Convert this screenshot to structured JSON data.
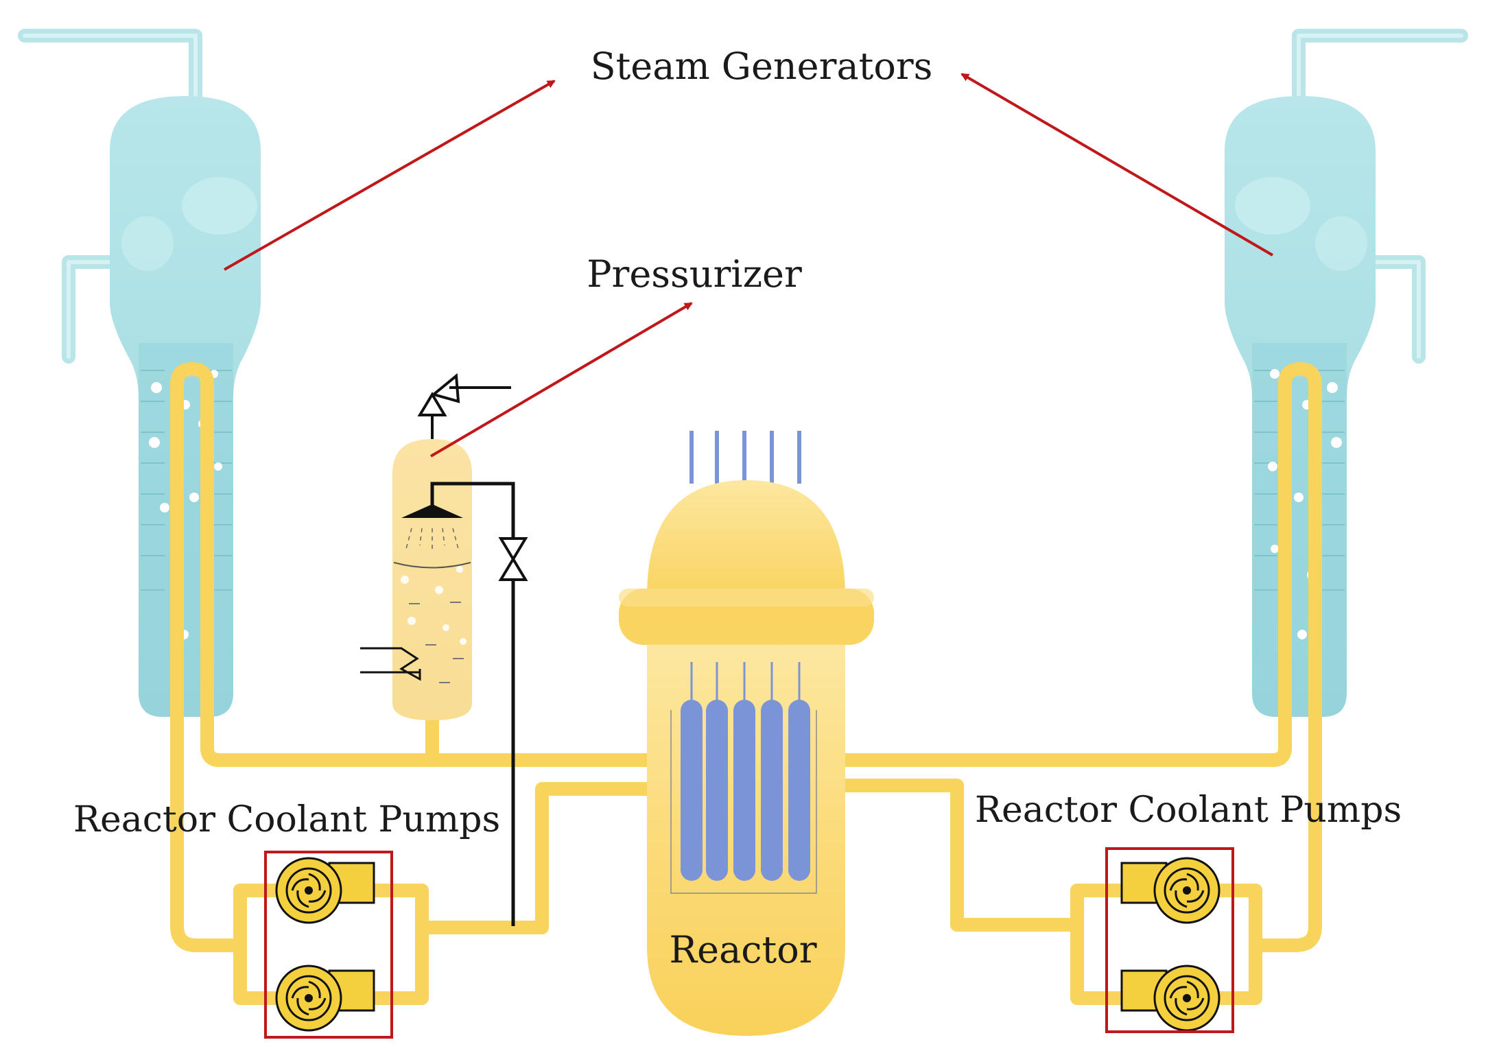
{
  "labels": {
    "steam_generators": "Steam Generators",
    "pressurizer": "Pressurizer",
    "pumps_left": "Reactor Coolant Pumps",
    "pumps_right": "Reactor Coolant Pumps",
    "reactor": "Reactor"
  },
  "colors": {
    "coolant_pipe": "#f8d45c",
    "steam_generator": "#a9dfe3",
    "steam_generator_pipe": "#b9e4e8",
    "reactor_vessel": "#f9d76a",
    "fuel_rods": "#7b94d8",
    "arrow": "#c0171a",
    "highlight_box": "#c0171a",
    "control_line": "#111111"
  }
}
